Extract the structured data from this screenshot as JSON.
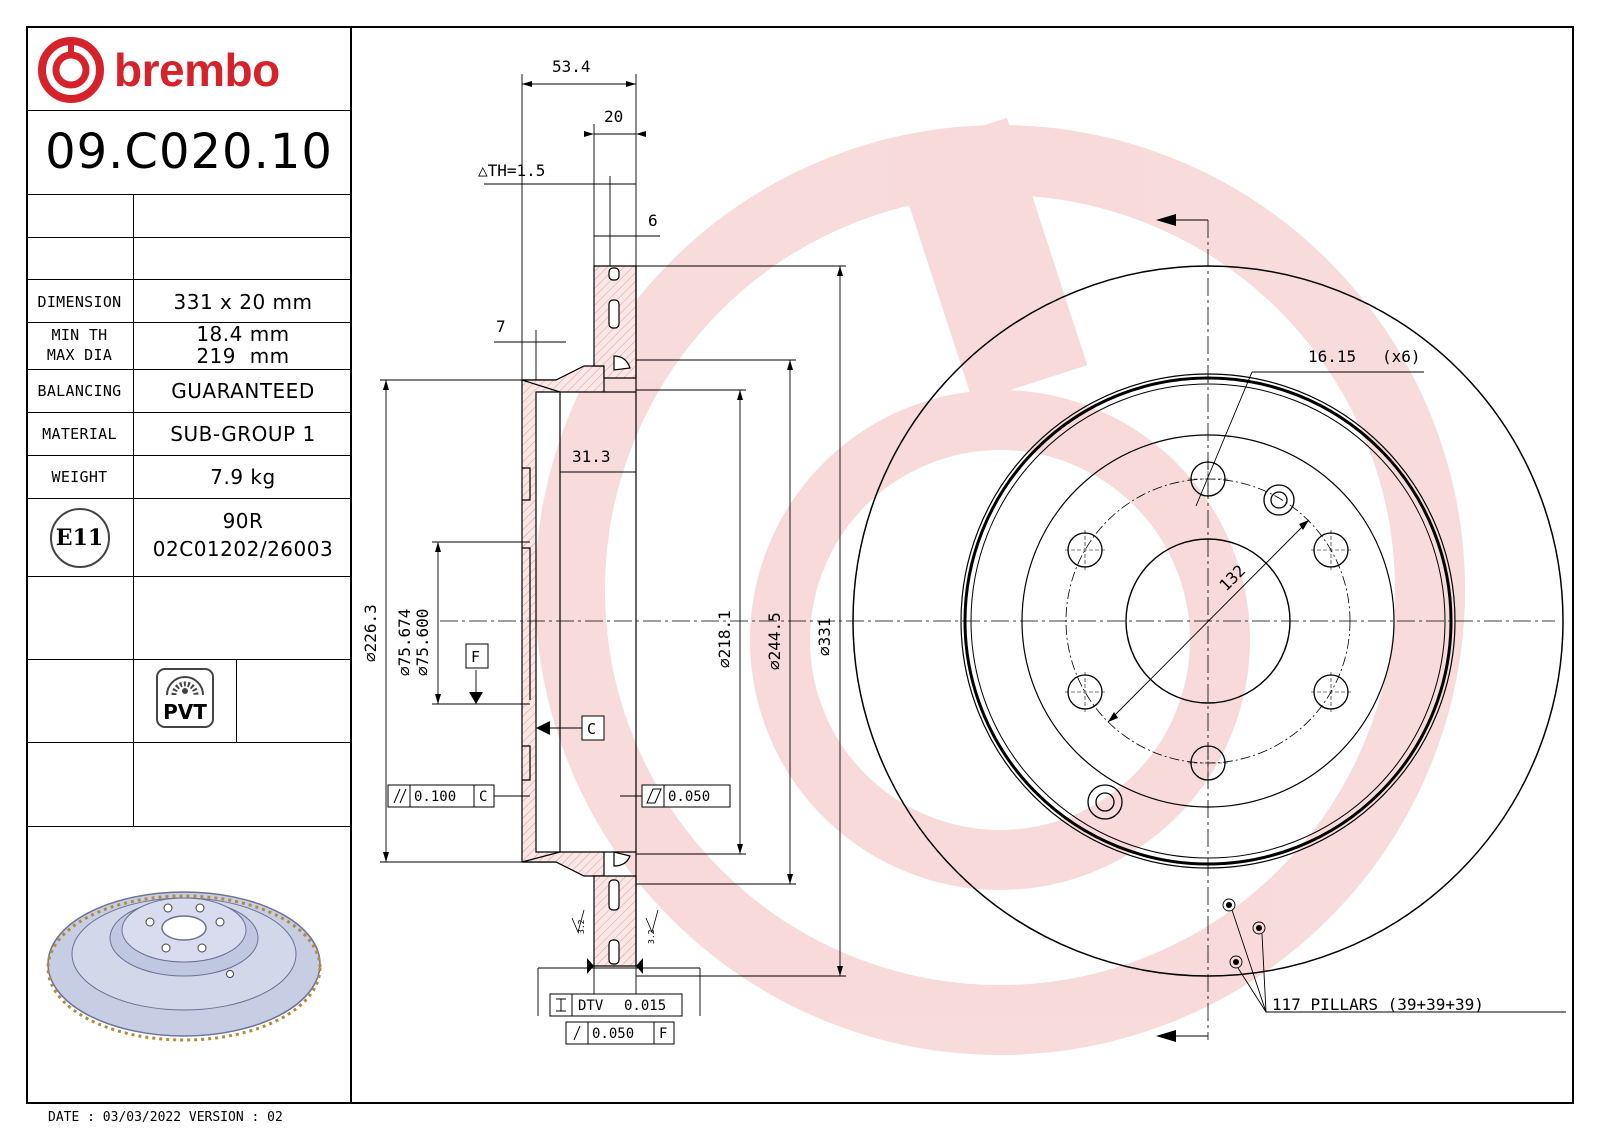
{
  "brand": {
    "name": "brembo",
    "color": "#d6232b",
    "logo_icon": "brembo-logo-icon"
  },
  "part_number": "09.C020.10",
  "specs": [
    {
      "label": "DIMENSION",
      "value": "331 x 20 mm"
    },
    {
      "label_line1": "MIN TH",
      "label_line2": "MAX DIA",
      "value_line1": "18.4 mm",
      "value_line2": "219  mm"
    },
    {
      "label": "BALANCING",
      "value": "GUARANTEED"
    },
    {
      "label": "MATERIAL",
      "value": "SUB-GROUP 1"
    },
    {
      "label": "WEIGHT",
      "value": "7.9 kg"
    }
  ],
  "approval": {
    "mark": "E11",
    "line1": "90R",
    "line2": "02C01202/26003"
  },
  "pvt_badge": {
    "label": "PVT",
    "icon": "pvt-disc-icon"
  },
  "footer": "DATE : 03/03/2022 VERSION : 02",
  "section_dims": {
    "overall_width": "53.4",
    "thickness": "20",
    "th_delta": "△TH=1.5",
    "vane": "6",
    "hat_wall": "7",
    "hat_depth": "31.3",
    "d_hat": "⌀226.3",
    "d_bore_1": "⌀75.674",
    "d_bore_2": "⌀75.600",
    "d_inner": "⌀218.1",
    "d_friction": "⌀244.5",
    "d_outer": "⌀331",
    "datum_f": "F",
    "datum_c": "C",
    "parallel_tol": "0.100",
    "parallel_ref": "C",
    "flat_tol": "0.050",
    "dtv_label": "DTV",
    "dtv_tol": "0.015",
    "runout_tol": "0.050",
    "runout_ref": "F",
    "roughness": "3.2"
  },
  "front_dims": {
    "hole_dia": "16.15",
    "hole_count": "(x6)",
    "pcd": "132",
    "pillars": "117 PILLARS (39+39+39)"
  }
}
